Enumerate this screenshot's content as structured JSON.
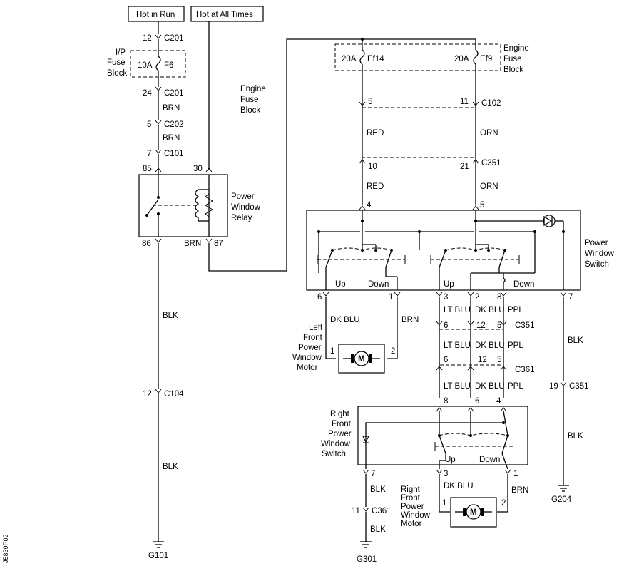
{
  "supply": {
    "hot_in_run": "Hot in Run",
    "hot_at_all_times": "Hot at All Times"
  },
  "ip_fuse_block": {
    "label_1": "I/P",
    "label_2": "Fuse",
    "label_3": "Block",
    "fuse_rating": "10A",
    "fuse_id": "F6",
    "pin_in": "12",
    "conn_in": "C201",
    "pin_out": "24",
    "conn_out": "C201"
  },
  "left_chain": {
    "wire_1": "BRN",
    "pin_c202": "5",
    "conn_c202": "C202",
    "wire_2": "BRN",
    "pin_c101": "7",
    "conn_c101": "C101",
    "wire_blk_1": "BLK",
    "pin_c104": "12",
    "conn_c104": "C104",
    "wire_blk_2": "BLK",
    "ground": "G101"
  },
  "relay": {
    "label_1": "Power",
    "label_2": "Window",
    "label_3": "Relay",
    "pin_85": "85",
    "pin_30": "30",
    "pin_86": "86",
    "pin_87": "87",
    "wire_87": "BRN"
  },
  "engine_fuse_mid": {
    "label_1": "Engine",
    "label_2": "Fuse",
    "label_3": "Block"
  },
  "engine_fuse_right": {
    "label_1": "Engine",
    "label_2": "Fuse",
    "label_3": "Block",
    "fuse_a_rating": "20A",
    "fuse_a_id": "Ef14",
    "fuse_b_rating": "20A",
    "fuse_b_id": "Ef9"
  },
  "c102": {
    "pin_a": "5",
    "pin_b": "11",
    "conn": "C102",
    "wire_a": "RED",
    "wire_b": "ORN"
  },
  "c351_top": {
    "pin_a": "10",
    "pin_b": "21",
    "conn": "C351",
    "wire_a": "RED",
    "wire_b": "ORN"
  },
  "pws": {
    "label_1": "Power",
    "label_2": "Window",
    "label_3": "Switch",
    "pin_4": "4",
    "pin_5": "5",
    "left_up": "Up",
    "left_down": "Down",
    "right_up": "Up",
    "right_down": "Down",
    "pin_6": "6",
    "pin_1": "1",
    "pin_3": "3",
    "pin_2": "2",
    "pin_8": "8",
    "pin_7": "7"
  },
  "left_motor": {
    "label_1": "Left",
    "label_2": "Front",
    "label_3": "Power",
    "label_4": "Window",
    "label_5": "Motor",
    "wire_a": "DK BLU",
    "wire_b": "BRN",
    "pin_1": "1",
    "pin_2": "2",
    "motor": "M"
  },
  "mid_bundle": {
    "w1": "LT BLU",
    "w2": "DK BLU",
    "w3": "PPL",
    "c351_pin_a": "6",
    "c351_pin_b": "12",
    "c351_pin_c": "5",
    "c351_conn": "C351",
    "mid_w1": "LT BLU",
    "mid_w2": "DK BLU",
    "mid_w3": "PPL",
    "c361_pin_a": "6",
    "c361_pin_b": "12",
    "c361_pin_c": "5",
    "c361_conn": "C361",
    "low_w1": "LT BLU",
    "low_w2": "DK BLU",
    "low_w3": "PPL",
    "rf_pin_8": "8",
    "rf_pin_6": "6",
    "rf_pin_4": "4"
  },
  "right_chain": {
    "wire_blk_1": "BLK",
    "pin_c351": "19",
    "conn_c351": "C351",
    "wire_blk_2": "BLK",
    "ground": "G204"
  },
  "rf_switch": {
    "label_1": "Right",
    "label_2": "Front",
    "label_3": "Power",
    "label_4": "Window",
    "label_5": "Switch",
    "up": "Up",
    "down": "Down",
    "pin_7": "7",
    "pin_3": "3",
    "pin_1": "1",
    "wire_blk_a": "BLK",
    "pin_c361": "11",
    "conn_c361": "C361",
    "wire_blk_b": "BLK",
    "ground": "G301"
  },
  "rf_motor": {
    "label_1": "Right",
    "label_2": "Front",
    "label_3": "Power",
    "label_4": "Window",
    "label_5": "Motor",
    "wire_a": "DK BLU",
    "wire_b": "BRN",
    "pin_1": "1",
    "pin_2": "2",
    "motor": "M"
  },
  "figure_id": "J5839P02"
}
